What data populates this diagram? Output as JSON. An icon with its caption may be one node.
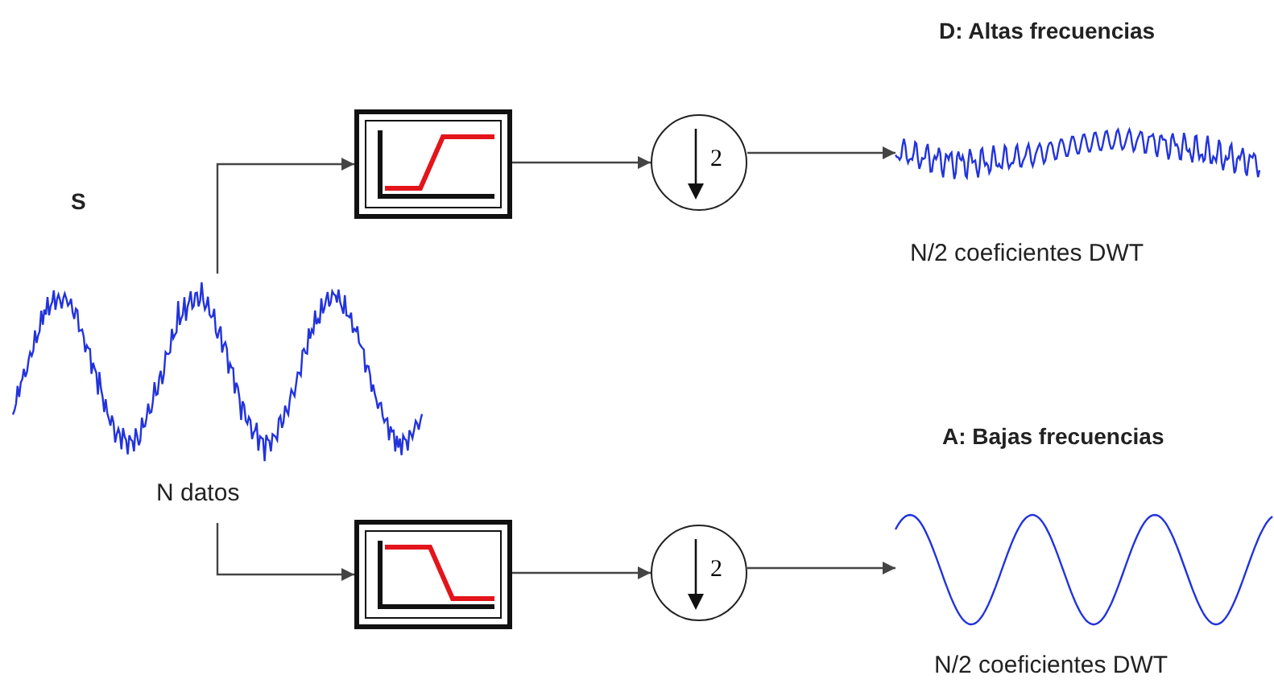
{
  "diagram": {
    "nodes": [
      {
        "text": [],
        "shape": "picture",
        "beside": [
          "S",
          "N datos"
        ]
      },
      {
        "text": [],
        "shape": "box"
      },
      {
        "text": [
          "2"
        ]
      },
      {
        "text": [],
        "shape": "picture",
        "beside": [
          "D: Altas frecuencias",
          "N/2 coeficientes DWT"
        ]
      },
      {
        "text": [],
        "shape": "box"
      },
      {
        "text": [
          "2"
        ]
      },
      {
        "text": [],
        "shape": "picture",
        "beside": [
          "A: Bajas frecuencias",
          "N/2 coeficientes DWT"
        ]
      }
    ],
    "edges": [
      {
        "from": 0,
        "to": 1,
        "arrow": "to"
      },
      {
        "from": 1,
        "to": 2,
        "arrow": "to"
      },
      {
        "from": 2,
        "to": 3,
        "arrow": "to"
      },
      {
        "from": 0,
        "to": 4,
        "arrow": "to"
      },
      {
        "from": 4,
        "to": 5,
        "arrow": "to"
      },
      {
        "from": 5,
        "to": 6,
        "arrow": "to"
      }
    ]
  }
}
